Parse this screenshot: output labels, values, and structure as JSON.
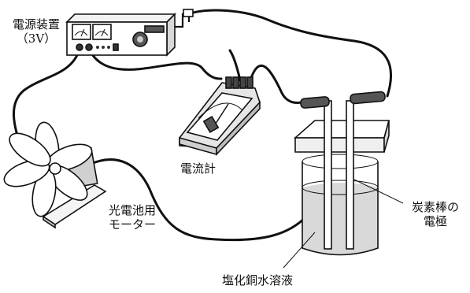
{
  "labels": {
    "power_supply_line1": "電源装置",
    "power_supply_line2": "（3V）",
    "ammeter": "電流計",
    "motor_line1": "光電池用",
    "motor_line2": "モーター",
    "electrodes_line1": "炭素棒の",
    "electrodes_line2": "電極",
    "solution": "塩化銅水溶液"
  }
}
